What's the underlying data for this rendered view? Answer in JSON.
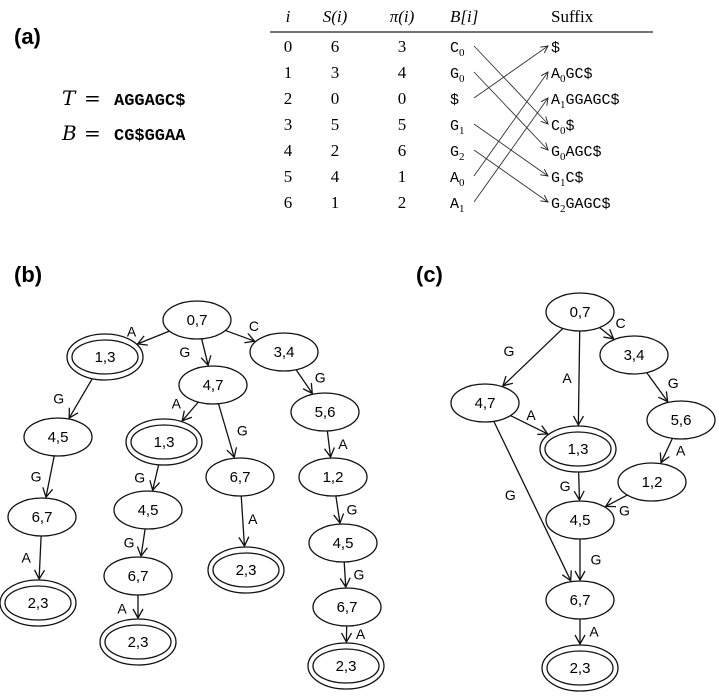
{
  "panels": {
    "a": {
      "label": "(a)",
      "equations": [
        {
          "lhs": "T",
          "eq": "=",
          "rhs": "AGGAGC$"
        },
        {
          "lhs": "B",
          "eq": "=",
          "rhs": "CG$GGAA"
        }
      ],
      "table": {
        "headers": [
          "i",
          "S(i)",
          "π(i)",
          "B[i]",
          "Suffix"
        ],
        "rows": [
          {
            "i": "0",
            "S": "6",
            "pi": "3",
            "B": "C",
            "Bsub": "0",
            "suffix_head": "$",
            "suffix_sub": "",
            "suffix_tail": ""
          },
          {
            "i": "1",
            "S": "3",
            "pi": "4",
            "B": "G",
            "Bsub": "0",
            "suffix_head": "A",
            "suffix_sub": "0",
            "suffix_tail": "GC$"
          },
          {
            "i": "2",
            "S": "0",
            "pi": "0",
            "B": "$",
            "Bsub": "",
            "suffix_head": "A",
            "suffix_sub": "1",
            "suffix_tail": "GGAGC$"
          },
          {
            "i": "3",
            "S": "5",
            "pi": "5",
            "B": "G",
            "Bsub": "1",
            "suffix_head": "C",
            "suffix_sub": "0",
            "suffix_tail": "$"
          },
          {
            "i": "4",
            "S": "2",
            "pi": "6",
            "B": "G",
            "Bsub": "2",
            "suffix_head": "G",
            "suffix_sub": "0",
            "suffix_tail": "AGC$"
          },
          {
            "i": "5",
            "S": "4",
            "pi": "1",
            "B": "A",
            "Bsub": "0",
            "suffix_head": "G",
            "suffix_sub": "1",
            "suffix_tail": "C$"
          },
          {
            "i": "6",
            "S": "1",
            "pi": "2",
            "B": "A",
            "Bsub": "1",
            "suffix_head": "G",
            "suffix_sub": "2",
            "suffix_tail": "GAGC$"
          }
        ],
        "mapping": [
          [
            0,
            3
          ],
          [
            1,
            4
          ],
          [
            2,
            0
          ],
          [
            3,
            5
          ],
          [
            4,
            6
          ],
          [
            5,
            1
          ],
          [
            6,
            2
          ]
        ]
      }
    },
    "b": {
      "label": "(b)",
      "nodes": [
        {
          "id": "b0",
          "text": "0,7",
          "final": false
        },
        {
          "id": "b1",
          "text": "1,3",
          "final": true
        },
        {
          "id": "b2",
          "text": "4,7",
          "final": false
        },
        {
          "id": "b3",
          "text": "3,4",
          "final": false
        },
        {
          "id": "b4",
          "text": "4,5",
          "final": false
        },
        {
          "id": "b5",
          "text": "1,3",
          "final": true
        },
        {
          "id": "b6",
          "text": "6,7",
          "final": false
        },
        {
          "id": "b7",
          "text": "5,6",
          "final": false
        },
        {
          "id": "b8",
          "text": "6,7",
          "final": false
        },
        {
          "id": "b9",
          "text": "4,5",
          "final": false
        },
        {
          "id": "b10",
          "text": "1,2",
          "final": false
        },
        {
          "id": "b11",
          "text": "2,3",
          "final": true
        },
        {
          "id": "b12",
          "text": "6,7",
          "final": false
        },
        {
          "id": "b13",
          "text": "2,3",
          "final": true
        },
        {
          "id": "b14",
          "text": "4,5",
          "final": false
        },
        {
          "id": "b15",
          "text": "2,3",
          "final": true
        },
        {
          "id": "b16",
          "text": "6,7",
          "final": false
        },
        {
          "id": "b17",
          "text": "2,3",
          "final": true
        }
      ],
      "edges": [
        {
          "from": "b0",
          "to": "b1",
          "label": "A"
        },
        {
          "from": "b0",
          "to": "b2",
          "label": "G"
        },
        {
          "from": "b0",
          "to": "b3",
          "label": "C"
        },
        {
          "from": "b1",
          "to": "b4",
          "label": "G"
        },
        {
          "from": "b2",
          "to": "b5",
          "label": "A"
        },
        {
          "from": "b2",
          "to": "b6",
          "label": "G"
        },
        {
          "from": "b3",
          "to": "b7",
          "label": "G"
        },
        {
          "from": "b4",
          "to": "b8",
          "label": "G"
        },
        {
          "from": "b5",
          "to": "b9",
          "label": "G"
        },
        {
          "from": "b6",
          "to": "b13",
          "label": "A"
        },
        {
          "from": "b7",
          "to": "b10",
          "label": "A"
        },
        {
          "from": "b8",
          "to": "b11",
          "label": "A"
        },
        {
          "from": "b9",
          "to": "b12",
          "label": "G"
        },
        {
          "from": "b10",
          "to": "b14",
          "label": "G"
        },
        {
          "from": "b12",
          "to": "b15",
          "label": "A"
        },
        {
          "from": "b14",
          "to": "b16",
          "label": "G"
        },
        {
          "from": "b16",
          "to": "b17",
          "label": "A"
        }
      ]
    },
    "c": {
      "label": "(c)",
      "nodes": [
        {
          "id": "c0",
          "text": "0,7",
          "final": false
        },
        {
          "id": "c1",
          "text": "3,4",
          "final": false
        },
        {
          "id": "c2",
          "text": "4,7",
          "final": false
        },
        {
          "id": "c3",
          "text": "5,6",
          "final": false
        },
        {
          "id": "c4",
          "text": "1,3",
          "final": true
        },
        {
          "id": "c5",
          "text": "1,2",
          "final": false
        },
        {
          "id": "c6",
          "text": "4,5",
          "final": false
        },
        {
          "id": "c7",
          "text": "6,7",
          "final": false
        },
        {
          "id": "c8",
          "text": "2,3",
          "final": true
        }
      ],
      "edges": [
        {
          "from": "c0",
          "to": "c2",
          "label": "G"
        },
        {
          "from": "c0",
          "to": "c4",
          "label": "A"
        },
        {
          "from": "c0",
          "to": "c1",
          "label": "C"
        },
        {
          "from": "c1",
          "to": "c3",
          "label": "G"
        },
        {
          "from": "c2",
          "to": "c4",
          "label": "A"
        },
        {
          "from": "c2",
          "to": "c7",
          "label": "G"
        },
        {
          "from": "c3",
          "to": "c5",
          "label": "A"
        },
        {
          "from": "c4",
          "to": "c6",
          "label": "G"
        },
        {
          "from": "c5",
          "to": "c6",
          "label": "G"
        },
        {
          "from": "c6",
          "to": "c7",
          "label": "G"
        },
        {
          "from": "c7",
          "to": "c8",
          "label": "A"
        }
      ]
    }
  }
}
